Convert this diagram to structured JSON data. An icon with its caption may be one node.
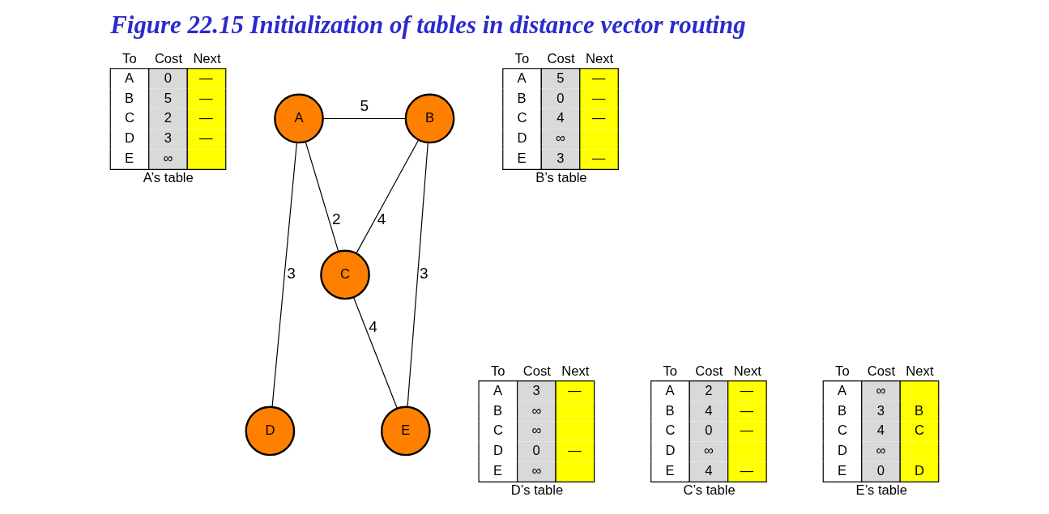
{
  "diagram": {
    "title": "Figure 22.15 Initialization of tables in distance vector routing",
    "nodes": [
      {
        "text": [
          "To Cost Next",
          "A 0 —",
          "B 5 —",
          "C 2 —",
          "D 3 —",
          "E ∞"
        ],
        "beside": [
          "A’s table"
        ]
      },
      {
        "text": [
          "A"
        ]
      },
      {
        "text": [
          "B"
        ]
      },
      {
        "text": [
          "To Cost Next",
          "A 5 —",
          "B 0 —",
          "C 4 —",
          "D ∞",
          "E 3 —"
        ],
        "beside": [
          "B’s table"
        ]
      },
      {
        "text": [
          "C"
        ]
      },
      {
        "text": [
          "To Cost Next",
          "A 3 —",
          "B ∞",
          "C ∞",
          "D 0 —",
          "E ∞"
        ],
        "beside": [
          "D’s table"
        ]
      },
      {
        "text": [
          "D"
        ]
      },
      {
        "text": [
          "To Cost Next",
          "A 2 —",
          "B 4 —",
          "C 0 —",
          "D ∞",
          "E 4 —"
        ],
        "beside": [
          "C’s table"
        ]
      },
      {
        "text": [
          "E"
        ]
      },
      {
        "text": [
          "To Cost Next",
          "A ∞",
          "B 3 B",
          "C 4 C",
          "D ∞",
          "E 0 D"
        ],
        "beside": [
          "E’s table"
        ]
      }
    ],
    "edges": [
      {
        "from": 1,
        "to": 2,
        "arrow": "none",
        "label": "5"
      },
      {
        "from": 1,
        "to": 4,
        "arrow": "none",
        "label": "2"
      },
      {
        "from": 1,
        "to": 6,
        "arrow": "none",
        "label": "3"
      },
      {
        "from": 4,
        "to": 2,
        "arrow": "none",
        "label": "4"
      },
      {
        "from": 4,
        "to": 8,
        "arrow": "none",
        "label": "4"
      },
      {
        "from": 2,
        "to": 8,
        "arrow": "none",
        "label": "3"
      }
    ]
  }
}
